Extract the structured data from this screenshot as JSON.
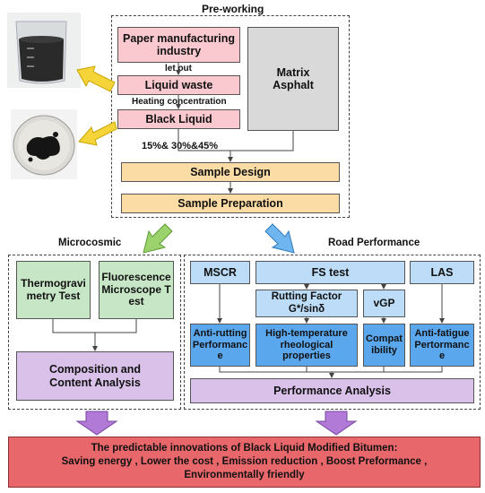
{
  "preworking": {
    "title": "Pre-working",
    "paper": "Paper manufacturing industry",
    "let_out": "let out",
    "liquid_waste": "Liquid waste",
    "heating": "Heating concentration",
    "black_liquid": "Black Liquid",
    "matrix": "Matrix Asphalt",
    "ratio": "15%& 30%&45%",
    "sample_design": "Sample Design",
    "sample_prep": "Sample Preparation"
  },
  "microcosmic": {
    "title": "Microcosmic",
    "thermo": "Thermogravimetry Test",
    "fluor": "Fluorescence Microscope Test",
    "composition": "Composition and Content Analysis"
  },
  "road": {
    "title": "Road Performance",
    "mscr": "MSCR",
    "fs": "FS test",
    "las": "LAS",
    "rutting_factor": "Rutting Factor G*/sinδ",
    "vgp": "vGP",
    "anti_rutting": "Anti-rutting Performance",
    "high_temp": "High-temperature rheological properties",
    "compat": "Compatibility",
    "anti_fatigue": "Anti-fatigue Pertormance",
    "performance": "Performance Analysis"
  },
  "conclusion": {
    "line1": "The predictable innovations of Black Liquid Modified Bitumen:",
    "line2": "Saving energy , Lower the cost , Emission reduction , Boost Preformance ,",
    "line3": "Environmentally friendly"
  },
  "colors": {
    "pink": "#f9c9cf",
    "grey": "#d9d9d9",
    "orange": "#fbdca5",
    "green": "#c6e6c5",
    "lavender": "#d9c1ea",
    "blue": "#5aa7ee",
    "light_blue": "#bddcf7",
    "conclusion": "#e8676b",
    "yellow_arrow": "#f5d43a",
    "green_arrow": "#9bd26c",
    "blue_arrow": "#6fb6f0",
    "purple_arrow": "#b07ad6"
  }
}
